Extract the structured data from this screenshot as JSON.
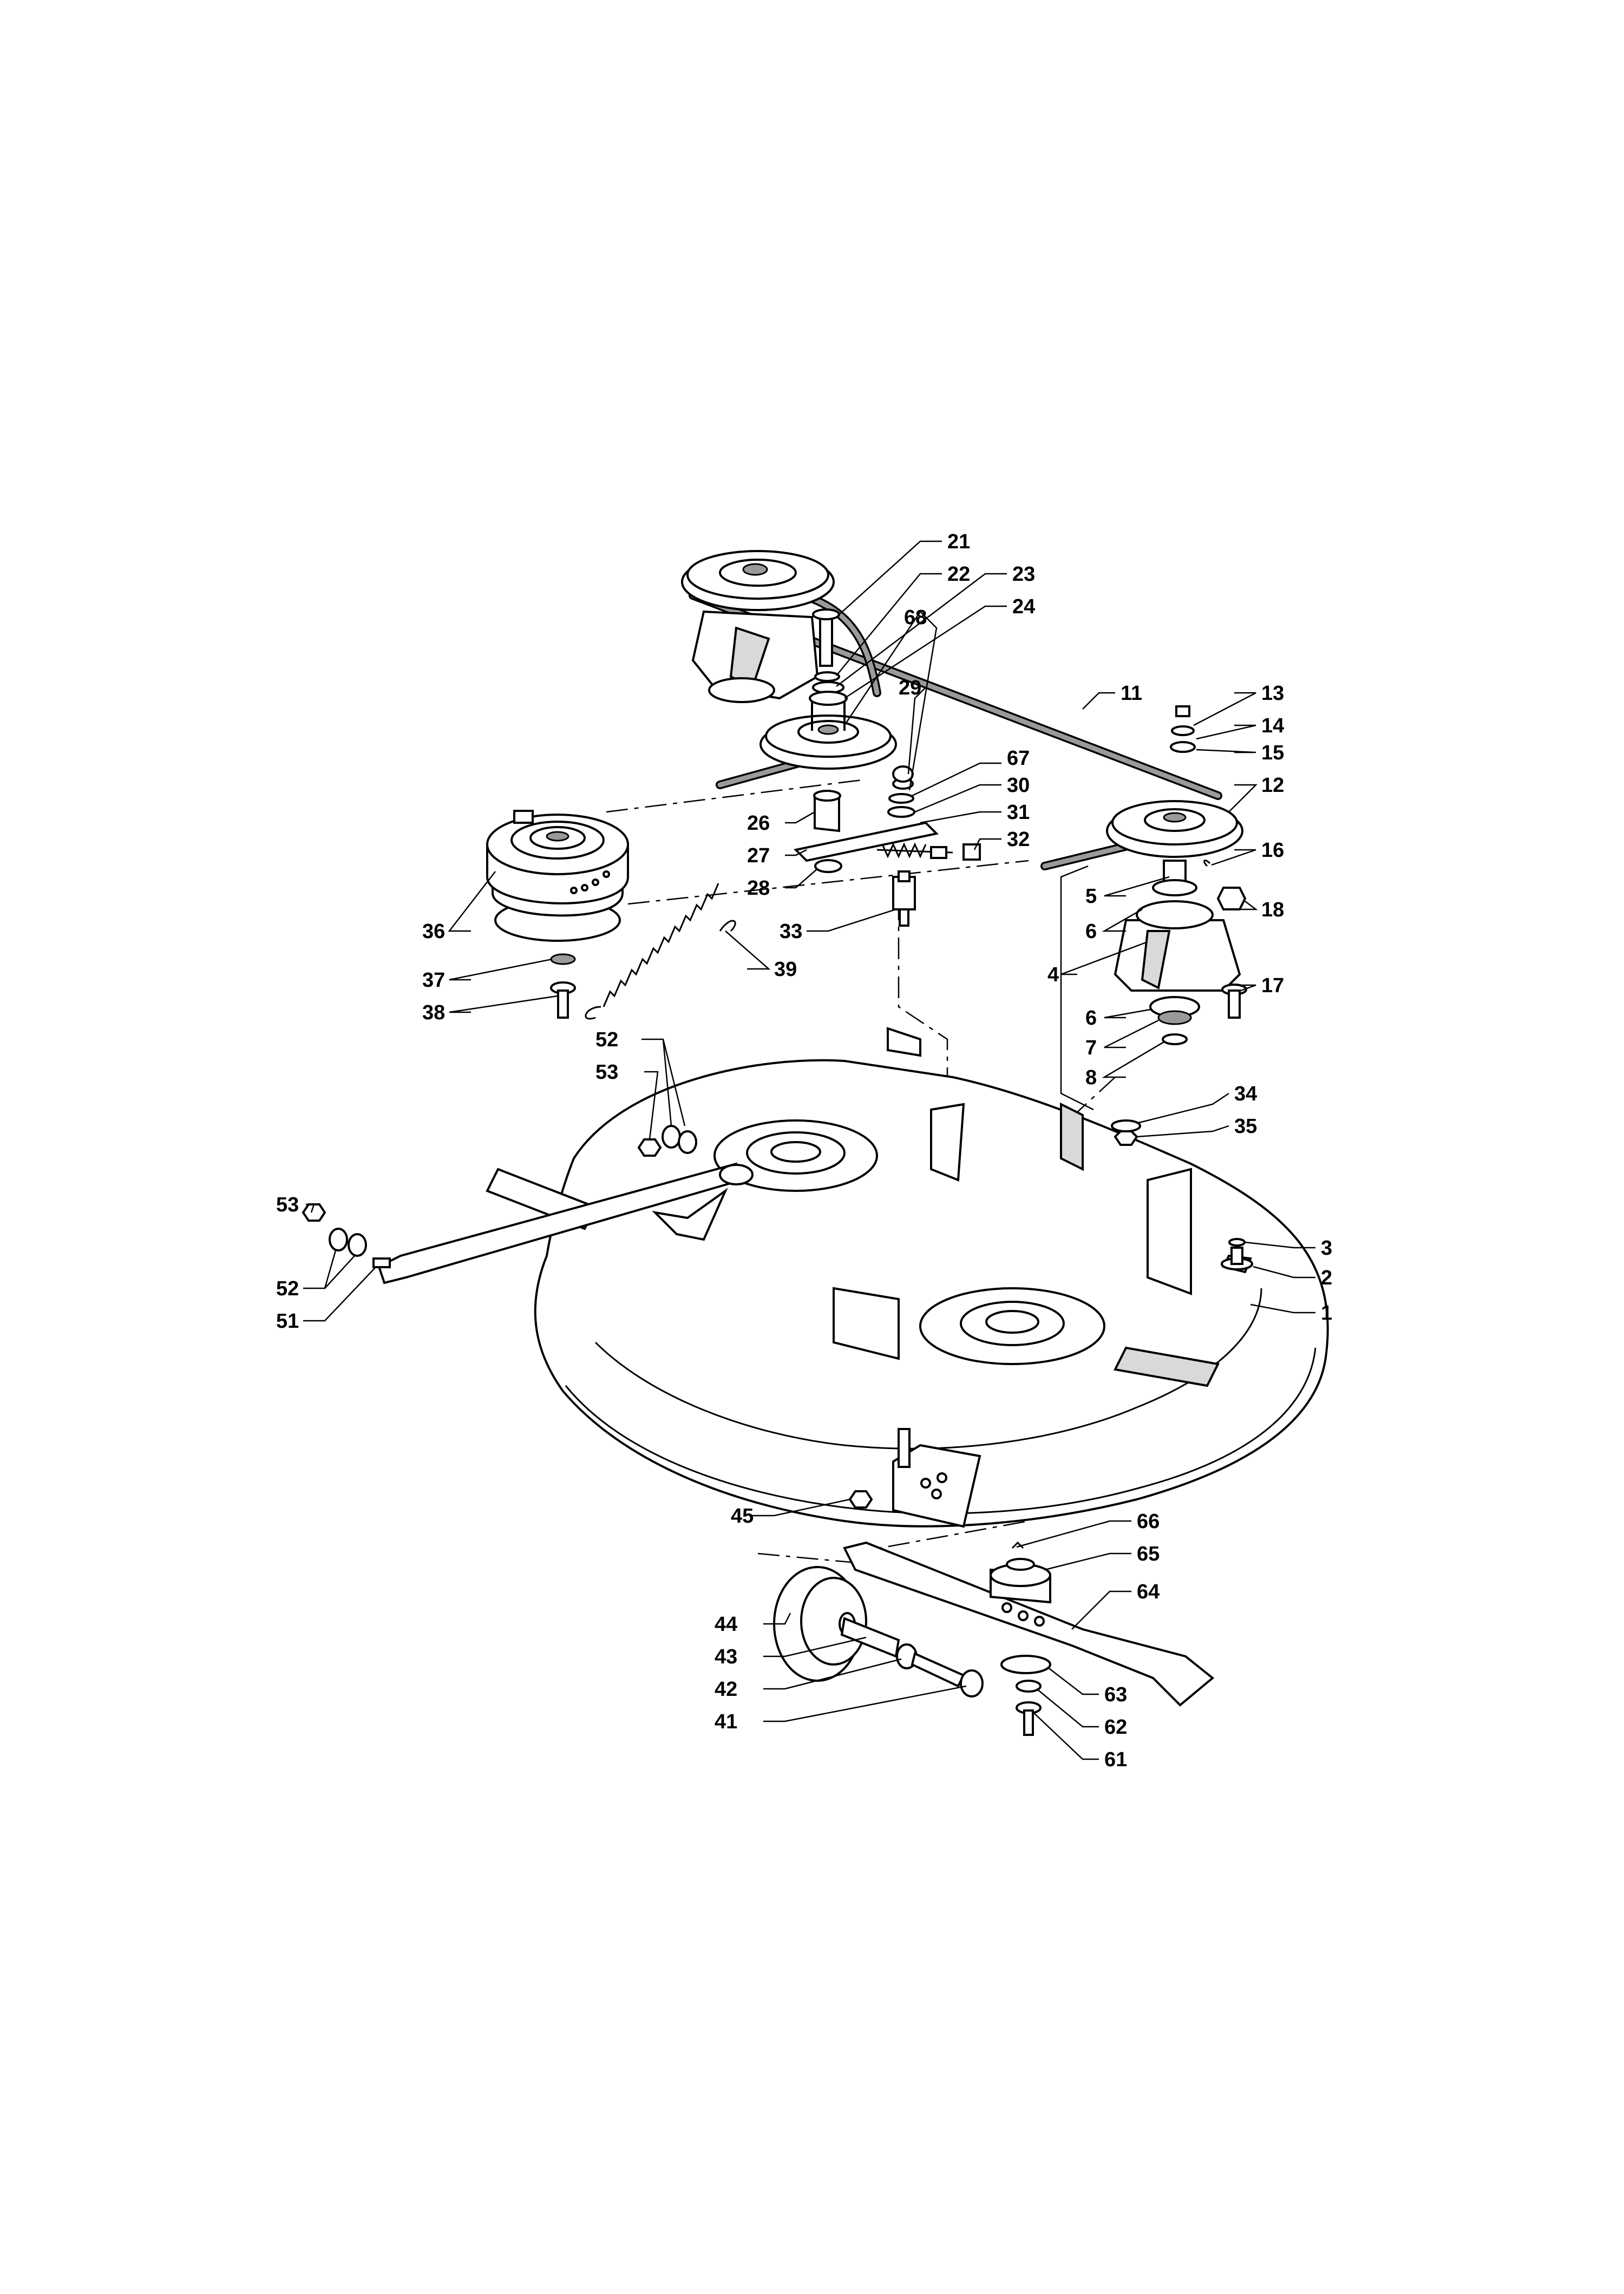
{
  "callouts": [
    {
      "id": "c1",
      "label": "1"
    },
    {
      "id": "c2",
      "label": "2"
    },
    {
      "id": "c3",
      "label": "3"
    },
    {
      "id": "c4",
      "label": "4"
    },
    {
      "id": "c5",
      "label": "5"
    },
    {
      "id": "c6a",
      "label": "6"
    },
    {
      "id": "c6b",
      "label": "6"
    },
    {
      "id": "c7",
      "label": "7"
    },
    {
      "id": "c8",
      "label": "8"
    },
    {
      "id": "c11",
      "label": "11"
    },
    {
      "id": "c12",
      "label": "12"
    },
    {
      "id": "c13",
      "label": "13"
    },
    {
      "id": "c14",
      "label": "14"
    },
    {
      "id": "c15",
      "label": "15"
    },
    {
      "id": "c16",
      "label": "16"
    },
    {
      "id": "c17",
      "label": "17"
    },
    {
      "id": "c18",
      "label": "18"
    },
    {
      "id": "c21",
      "label": "21"
    },
    {
      "id": "c22",
      "label": "22"
    },
    {
      "id": "c23",
      "label": "23"
    },
    {
      "id": "c24",
      "label": "24"
    },
    {
      "id": "c26",
      "label": "26"
    },
    {
      "id": "c27",
      "label": "27"
    },
    {
      "id": "c28",
      "label": "28"
    },
    {
      "id": "c29",
      "label": "29"
    },
    {
      "id": "c30",
      "label": "30"
    },
    {
      "id": "c31",
      "label": "31"
    },
    {
      "id": "c32",
      "label": "32"
    },
    {
      "id": "c33",
      "label": "33"
    },
    {
      "id": "c34",
      "label": "34"
    },
    {
      "id": "c35",
      "label": "35"
    },
    {
      "id": "c36",
      "label": "36"
    },
    {
      "id": "c37",
      "label": "37"
    },
    {
      "id": "c38",
      "label": "38"
    },
    {
      "id": "c39",
      "label": "39"
    },
    {
      "id": "c41",
      "label": "41"
    },
    {
      "id": "c42",
      "label": "42"
    },
    {
      "id": "c43",
      "label": "43"
    },
    {
      "id": "c44",
      "label": "44"
    },
    {
      "id": "c45",
      "label": "45"
    },
    {
      "id": "c51",
      "label": "51"
    },
    {
      "id": "c52a",
      "label": "52"
    },
    {
      "id": "c52b",
      "label": "52"
    },
    {
      "id": "c53a",
      "label": "53"
    },
    {
      "id": "c53b",
      "label": "53"
    },
    {
      "id": "c61",
      "label": "61"
    },
    {
      "id": "c62",
      "label": "62"
    },
    {
      "id": "c63",
      "label": "63"
    },
    {
      "id": "c64",
      "label": "64"
    },
    {
      "id": "c65",
      "label": "65"
    },
    {
      "id": "c66",
      "label": "66"
    },
    {
      "id": "c67",
      "label": "67"
    },
    {
      "id": "c68",
      "label": "68"
    }
  ]
}
